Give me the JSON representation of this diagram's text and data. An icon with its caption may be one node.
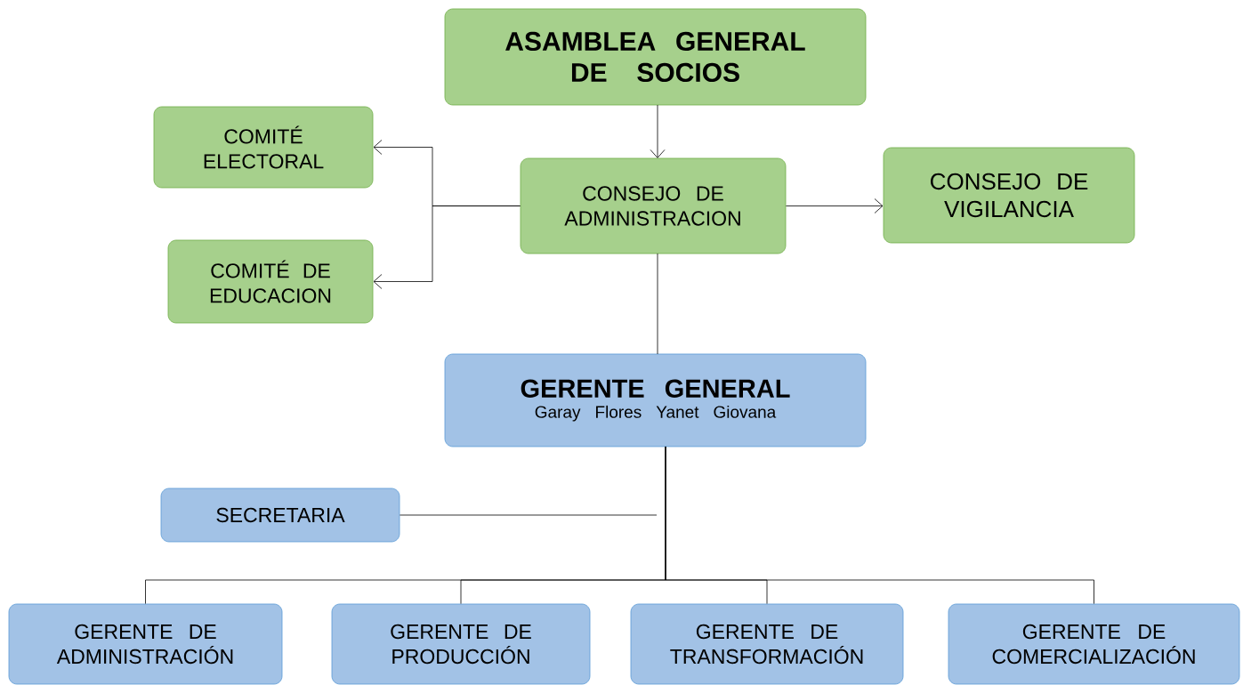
{
  "diagram": {
    "nodes": [
      {
        "text": [
          "ASAMBLEA GENERAL DE SOCIOS"
        ]
      },
      {
        "text": [
          "COMITÉ ELECTORAL"
        ]
      },
      {
        "text": [
          "CONSEJO DE ADMINISTRACION"
        ]
      },
      {
        "text": [
          "CONSEJO DE VIGILANCIA"
        ]
      },
      {
        "text": [
          "COMITÉ DE EDUCACION"
        ]
      },
      {
        "text": [
          "GERENTE GENERAL",
          "Garay Flores Yanet Giovana"
        ]
      },
      {
        "text": [
          "SECRETARIA"
        ]
      },
      {
        "text": [
          "GERENTE DE ADMINISTRACIÓN"
        ]
      },
      {
        "text": [
          "GERENTE DE PRODUCCIÓN"
        ]
      },
      {
        "text": [
          "GERENTE DE TRANSFORMACIÓN"
        ]
      },
      {
        "text": [
          "GERENTE DE COMERCIALIZACIÓN"
        ]
      }
    ],
    "edges": [
      {
        "from": 0,
        "to": 2,
        "arrow": "to"
      },
      {
        "from": 2,
        "to": 1,
        "arrow": "to"
      },
      {
        "from": 2,
        "to": 4,
        "arrow": "to"
      },
      {
        "from": 2,
        "to": 3,
        "arrow": "to"
      },
      {
        "from": 2,
        "to": 5,
        "arrow": "none"
      },
      {
        "from": 5,
        "to": 6,
        "arrow": "none"
      },
      {
        "from": 5,
        "to": 7,
        "arrow": "none"
      },
      {
        "from": 5,
        "to": 8,
        "arrow": "none"
      },
      {
        "from": 5,
        "to": 9,
        "arrow": "none"
      },
      {
        "from": 5,
        "to": 10,
        "arrow": "none"
      }
    ]
  }
}
